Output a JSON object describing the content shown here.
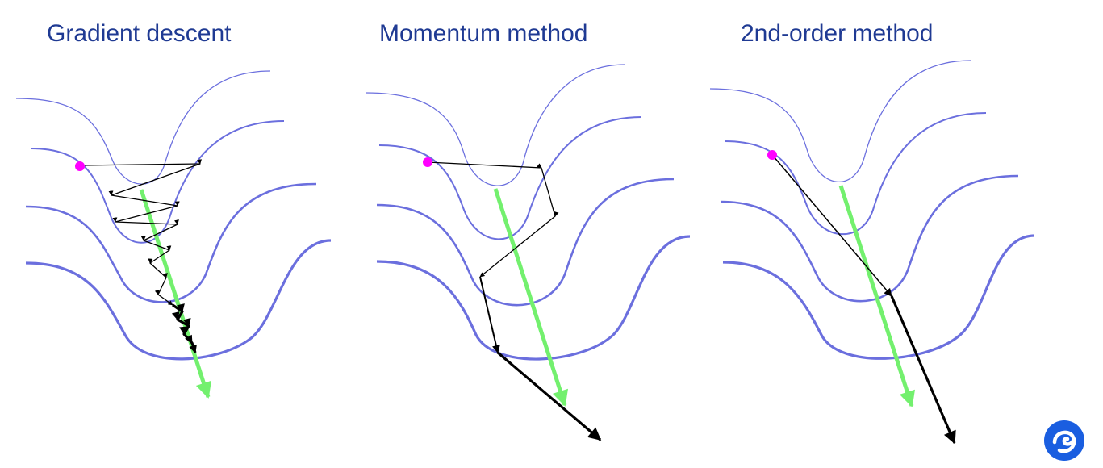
{
  "panels": [
    {
      "title": "Gradient descent"
    },
    {
      "title": "Momentum method"
    },
    {
      "title": "2nd-order method"
    }
  ],
  "colors": {
    "title": "#1f3a93",
    "contour": "#6b6fde",
    "gradient_arrow": "#73f06e",
    "start_point": "#ff00ff",
    "path": "#000000",
    "logo": "#1a5ee0"
  },
  "logo": {
    "icon": "swirl-logo-icon"
  }
}
